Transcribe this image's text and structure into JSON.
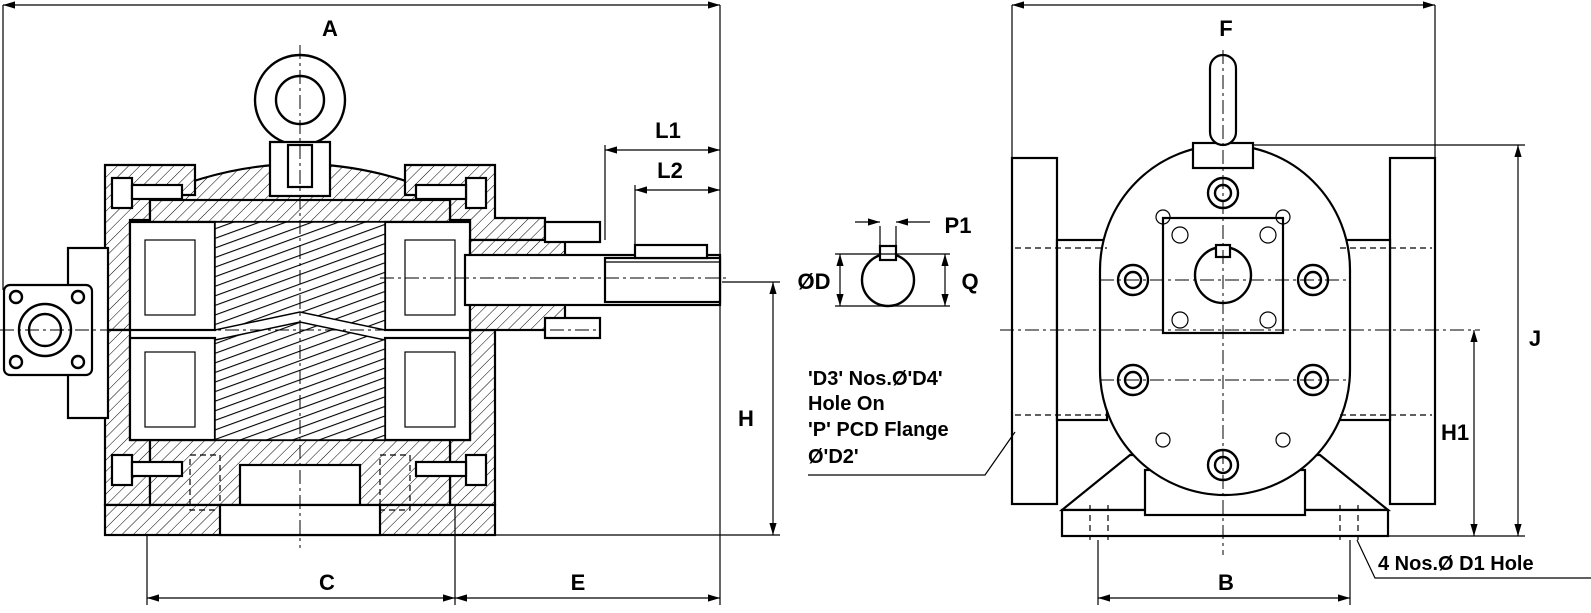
{
  "dimensions": {
    "A": "A",
    "B": "B",
    "C": "C",
    "E": "E",
    "F": "F",
    "H": "H",
    "H1": "H1",
    "J": "J",
    "L1": "L1",
    "L2": "L2",
    "P1": "P1",
    "Q": "Q",
    "D": "ØD"
  },
  "notes": {
    "flange_line1": "'D3' Nos.Ø'D4'",
    "flange_line2": "Hole On",
    "flange_line3": "'P' PCD Flange",
    "flange_line4": "Ø'D2'",
    "base_holes": "4 Nos.Ø D1 Hole"
  }
}
